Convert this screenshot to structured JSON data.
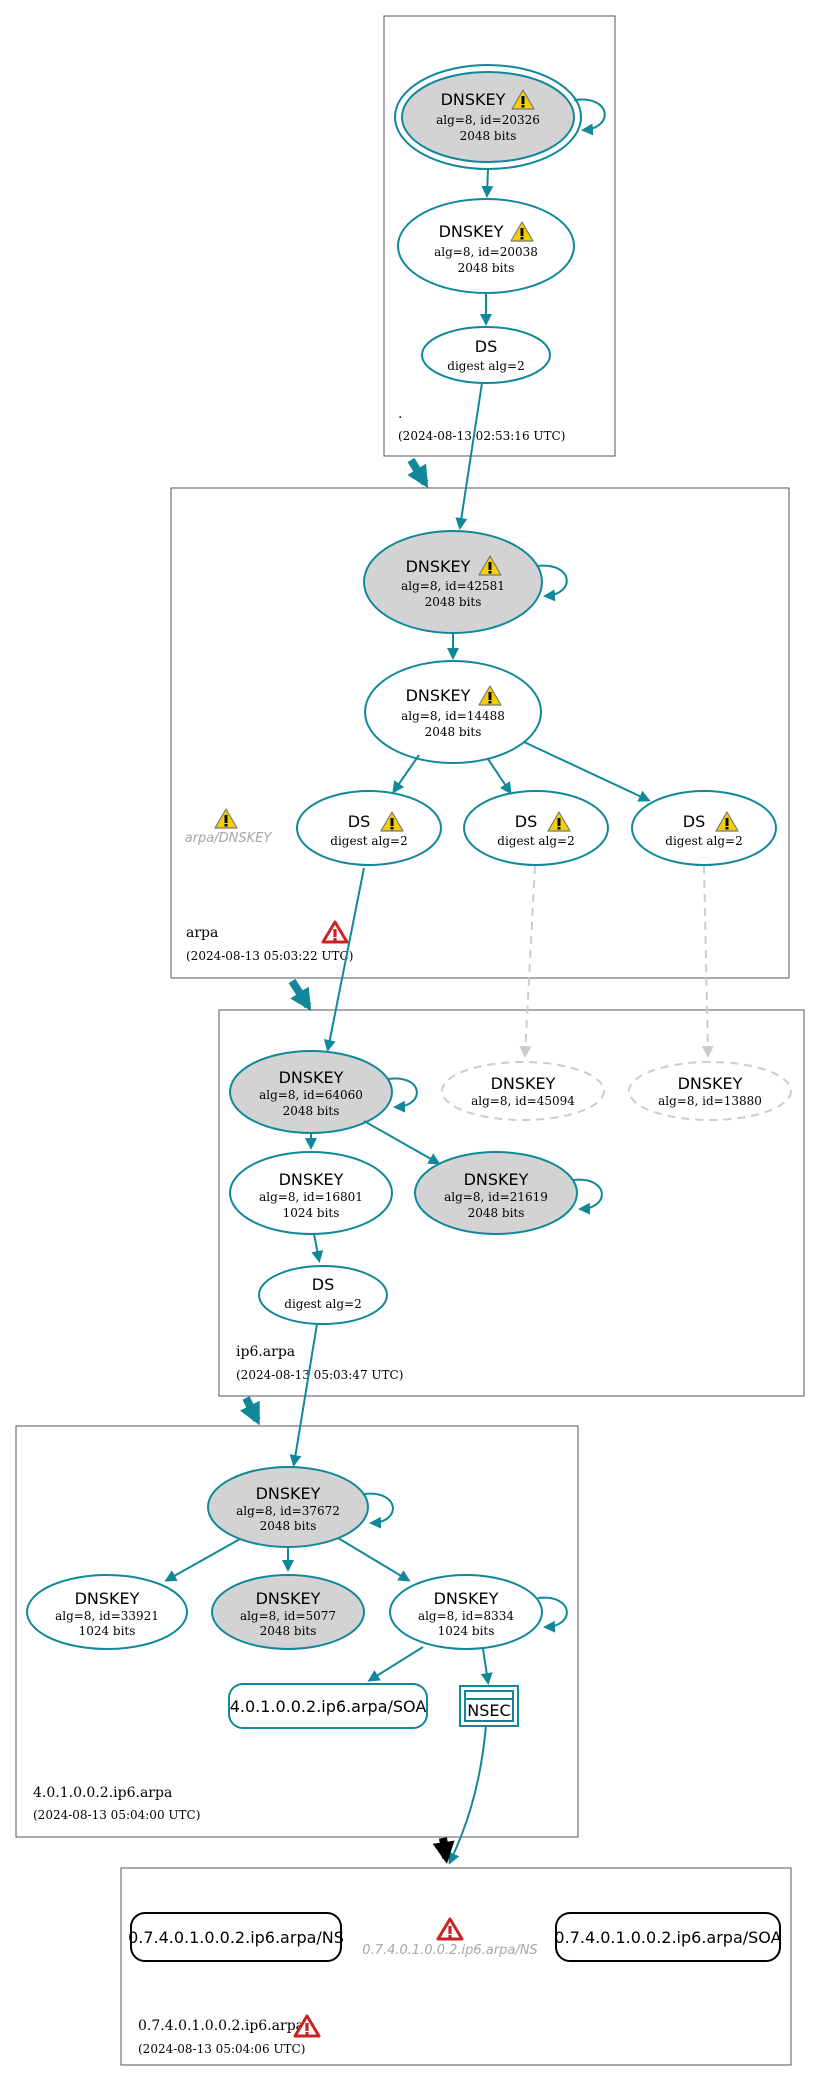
{
  "zones": {
    "root": {
      "name": ".",
      "timestamp": "(2024-08-13 02:53:16 UTC)",
      "ksk": {
        "title": "DNSKEY",
        "line1": "alg=8, id=20326",
        "line2": "2048 bits"
      },
      "zsk": {
        "title": "DNSKEY",
        "line1": "alg=8, id=20038",
        "line2": "2048 bits"
      },
      "ds": {
        "title": "DS",
        "line1": "digest alg=2"
      }
    },
    "arpa": {
      "name": "arpa",
      "timestamp": "(2024-08-13 05:03:22 UTC)",
      "ksk": {
        "title": "DNSKEY",
        "line1": "alg=8, id=42581",
        "line2": "2048 bits"
      },
      "zsk": {
        "title": "DNSKEY",
        "line1": "alg=8, id=14488",
        "line2": "2048 bits"
      },
      "ds1": {
        "title": "DS",
        "line1": "digest alg=2"
      },
      "ds2": {
        "title": "DS",
        "line1": "digest alg=2"
      },
      "ds3": {
        "title": "DS",
        "line1": "digest alg=2"
      },
      "warning_label": "arpa/DNSKEY"
    },
    "ip6": {
      "name": "ip6.arpa",
      "timestamp": "(2024-08-13 05:03:47 UTC)",
      "ksk": {
        "title": "DNSKEY",
        "line1": "alg=8, id=64060",
        "line2": "2048 bits"
      },
      "missing1": {
        "title": "DNSKEY",
        "line1": "alg=8, id=45094"
      },
      "missing2": {
        "title": "DNSKEY",
        "line1": "alg=8, id=13880"
      },
      "zsk": {
        "title": "DNSKEY",
        "line1": "alg=8, id=16801",
        "line2": "1024 bits"
      },
      "ksk2": {
        "title": "DNSKEY",
        "line1": "alg=8, id=21619",
        "line2": "2048 bits"
      },
      "ds": {
        "title": "DS",
        "line1": "digest alg=2"
      }
    },
    "z4010": {
      "name": "4.0.1.0.0.2.ip6.arpa",
      "timestamp": "(2024-08-13 05:04:00 UTC)",
      "ksk": {
        "title": "DNSKEY",
        "line1": "alg=8, id=37672",
        "line2": "2048 bits"
      },
      "key_a": {
        "title": "DNSKEY",
        "line1": "alg=8, id=33921",
        "line2": "1024 bits"
      },
      "key_b": {
        "title": "DNSKEY",
        "line1": "alg=8, id=5077",
        "line2": "2048 bits"
      },
      "key_c": {
        "title": "DNSKEY",
        "line1": "alg=8, id=8334",
        "line2": "1024 bits"
      },
      "soa": "4.0.1.0.0.2.ip6.arpa/SOA",
      "nsec": "NSEC"
    },
    "z7": {
      "name": "0.7.4.0.1.0.0.2.ip6.arpa",
      "timestamp": "(2024-08-13 05:04:06 UTC)",
      "ns": "0.7.4.0.1.0.0.2.ip6.arpa/NS",
      "ns_error": "0.7.4.0.1.0.0.2.ip6.arpa/NS",
      "soa": "0.7.4.0.1.0.0.2.ip6.arpa/SOA"
    }
  },
  "colors": {
    "edge": "#118899",
    "edge_missing": "#cccccc",
    "ksk_fill": "#d3d3d3",
    "warning": "#f5d000",
    "error": "#cc2222"
  }
}
